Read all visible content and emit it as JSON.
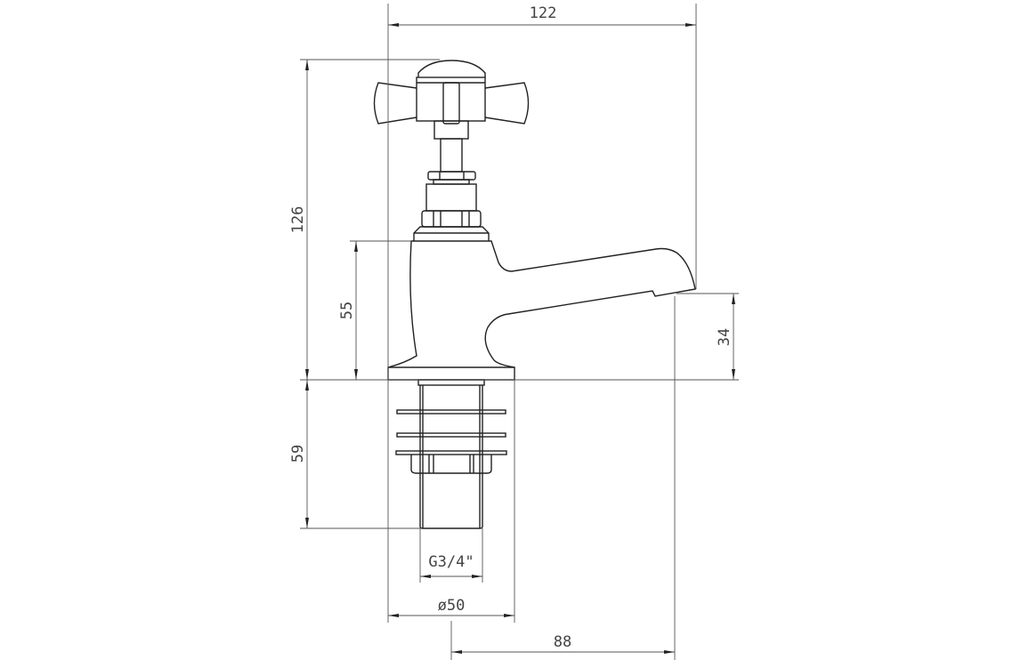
{
  "dimensions": {
    "overall_width": "122",
    "overall_height": "126",
    "body_height": "55",
    "spout_height": "34",
    "tail_length": "59",
    "thread": "G3/4\"",
    "base_diameter": "ø50",
    "spout_reach": "88"
  },
  "colors": {
    "line": "#222222",
    "dimension": "#555555"
  }
}
